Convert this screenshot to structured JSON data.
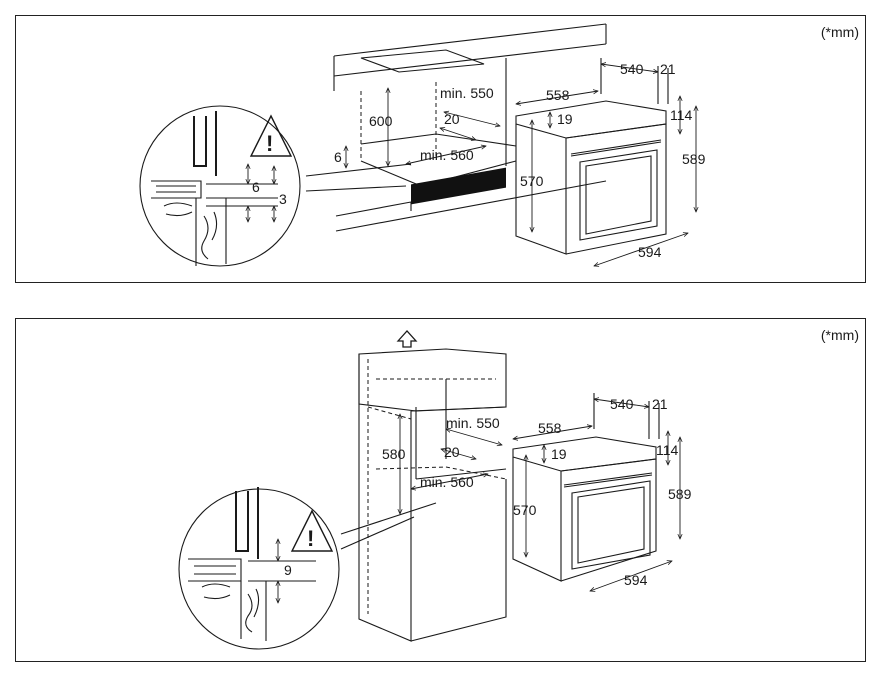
{
  "unit_note": "(*mm)",
  "top_panel": {
    "cabinet": {
      "height": "600",
      "depth_min": "min. 550",
      "gap": "20",
      "width_min": "min. 560",
      "side_offset": "6"
    },
    "detail": {
      "gap_a": "6",
      "gap_b": "3",
      "warning_symbol": "!"
    },
    "oven": {
      "body_depth": "558",
      "total_depth": "540",
      "front_thickness": "21",
      "top_offset": "19",
      "panel_height": "114",
      "body_height": "570",
      "total_height": "589",
      "width": "594"
    }
  },
  "bottom_panel": {
    "cabinet": {
      "height": "580",
      "depth_min": "min. 550",
      "gap": "20",
      "width_min": "min. 560"
    },
    "detail": {
      "gap_a": "9",
      "warning_symbol": "!"
    },
    "oven": {
      "body_depth": "558",
      "total_depth": "540",
      "front_thickness": "21",
      "top_offset": "19",
      "panel_height": "114",
      "body_height": "570",
      "total_height": "589",
      "width": "594"
    }
  }
}
